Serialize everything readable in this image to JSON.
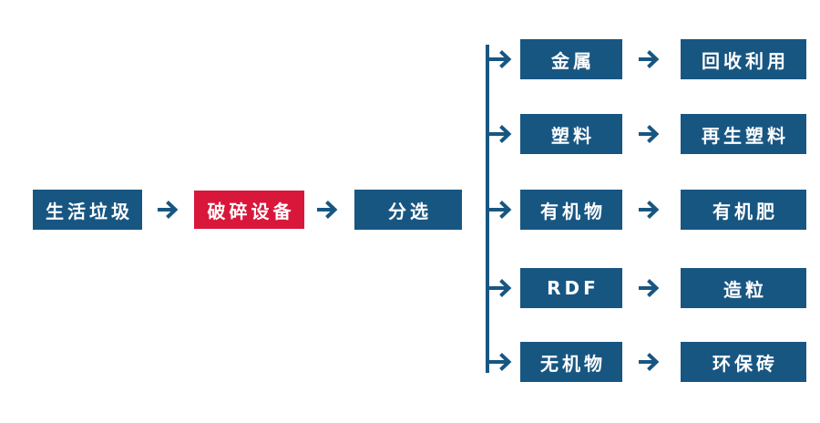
{
  "colors": {
    "primary_blue": "#185682",
    "accent_red": "#d8173a",
    "node_text": "#ffffff",
    "background": "#ffffff"
  },
  "diagram": {
    "type": "flowchart",
    "main_chain": {
      "nodes": [
        {
          "label": "生活垃圾",
          "highlight": false
        },
        {
          "label": "破碎设备",
          "highlight": true
        },
        {
          "label": "分选",
          "highlight": false
        }
      ]
    },
    "branches": [
      {
        "category": "金属",
        "result": "回收利用"
      },
      {
        "category": "塑料",
        "result": "再生塑料"
      },
      {
        "category": "有机物",
        "result": "有机肥"
      },
      {
        "category": "RDF",
        "result": "造粒"
      },
      {
        "category": "无机物",
        "result": "环保砖"
      }
    ]
  }
}
